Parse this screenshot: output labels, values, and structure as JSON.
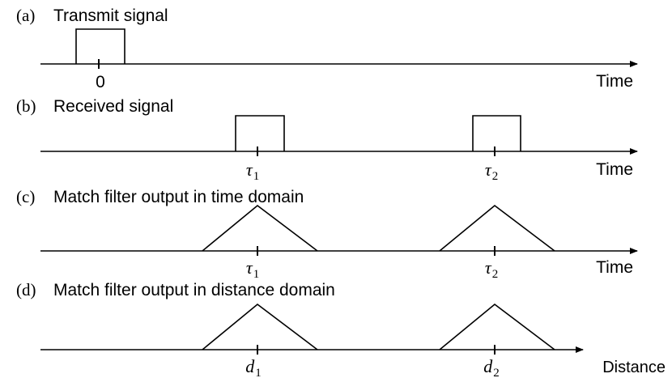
{
  "panels": [
    {
      "id": "a",
      "letter": "(a)",
      "title": "Transmit signal",
      "axis_label": "Time",
      "shape": "rect",
      "markers": [
        {
          "symbol": "0",
          "sub": ""
        }
      ]
    },
    {
      "id": "b",
      "letter": "(b)",
      "title": "Received signal",
      "axis_label": "Time",
      "shape": "rect",
      "markers": [
        {
          "symbol": "τ",
          "sub": "1"
        },
        {
          "symbol": "τ",
          "sub": "2"
        }
      ]
    },
    {
      "id": "c",
      "letter": "(c)",
      "title": "Match filter output in time domain",
      "axis_label": "Time",
      "shape": "triangle",
      "markers": [
        {
          "symbol": "τ",
          "sub": "1"
        },
        {
          "symbol": "τ",
          "sub": "2"
        }
      ]
    },
    {
      "id": "d",
      "letter": "(d)",
      "title": "Match filter output in distance domain",
      "axis_label": "Distance",
      "shape": "triangle",
      "markers": [
        {
          "symbol": "d",
          "sub": "1"
        },
        {
          "symbol": "d",
          "sub": "2"
        }
      ]
    }
  ]
}
